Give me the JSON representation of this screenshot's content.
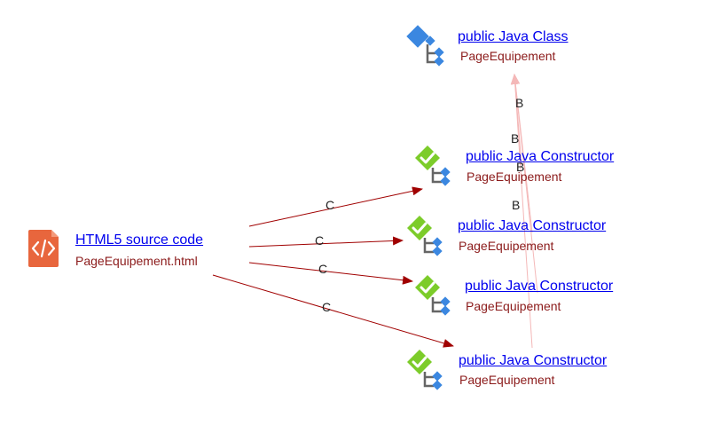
{
  "source": {
    "title": "HTML5 source code",
    "subtitle": "PageEquipement.html",
    "icon": "html5-code-icon"
  },
  "class_node": {
    "title": " public Java Class",
    "subtitle": "PageEquipement",
    "icon": "java-class-icon"
  },
  "constructors": [
    {
      "title": " public Java Constructor",
      "subtitle": "PageEquipement",
      "icon": "java-constructor-icon"
    },
    {
      "title": " public Java Constructor",
      "subtitle": "PageEquipement",
      "icon": "java-constructor-icon"
    },
    {
      "title": " public Java Constructor",
      "subtitle": "PageEquipement",
      "icon": "java-constructor-icon"
    },
    {
      "title": " public Java Constructor",
      "subtitle": "PageEquipement",
      "icon": "java-constructor-icon"
    }
  ],
  "edges": {
    "call_label": "C",
    "belongs_label": "B",
    "call_color": "#a00000",
    "belongs_color": "#f4b8b8"
  },
  "colors": {
    "html_icon": "#e8663d",
    "class_icon": "#3b87e0",
    "check_green": "#7cc c2a",
    "connector_gray": "#666666"
  }
}
